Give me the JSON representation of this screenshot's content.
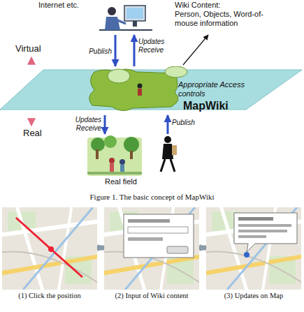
{
  "diagram": {
    "caption": "Figure 1. The basic concept of MapWiki",
    "nodes": [
      {
        "text": [
          "Internet etc."
        ]
      },
      {
        "text": [
          "Appropriate Access controls",
          "MapWiki"
        ]
      },
      {
        "text": [
          "Real field"
        ]
      },
      {
        "text": [
          "(1) Click the position"
        ]
      },
      {
        "text": [
          "(2) Input of Wiki content"
        ]
      },
      {
        "text": [
          "(3) Updates on Map"
        ]
      }
    ],
    "edges": [
      {
        "from": 0,
        "to": 1,
        "label": "Publish",
        "arrow": "to"
      },
      {
        "from": 1,
        "to": 0,
        "label": "Updates Receive",
        "arrow": "to"
      },
      {
        "from": 1,
        "to": 2,
        "label": "Updates Receive",
        "arrow": "to"
      },
      {
        "from": 2,
        "to": 1,
        "label": "Publish",
        "arrow": "to"
      },
      {
        "from": 3,
        "to": 4,
        "arrow": "to"
      },
      {
        "from": 4,
        "to": 5,
        "arrow": "to"
      }
    ],
    "labels": [
      "Wiki Content:",
      "Person, Objects, Word-of-mouse information",
      "Virtual",
      "Real"
    ]
  }
}
